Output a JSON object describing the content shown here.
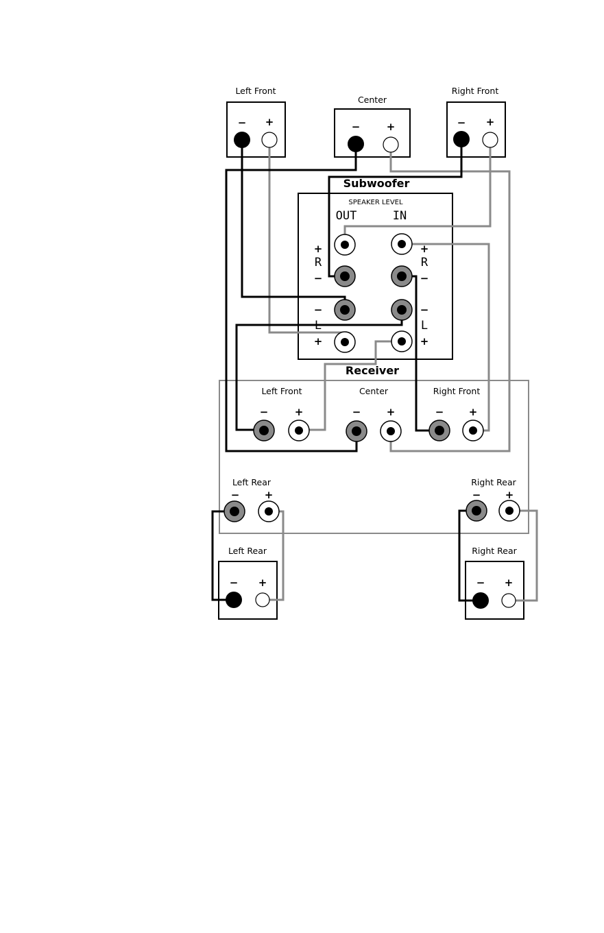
{
  "speakers": {
    "left_front": {
      "label": "Left Front",
      "minus": "−",
      "plus": "+"
    },
    "center": {
      "label": "Center",
      "minus": "−",
      "plus": "+"
    },
    "right_front": {
      "label": "Right Front",
      "minus": "−",
      "plus": "+"
    },
    "left_rear": {
      "label": "Left Rear",
      "minus": "−",
      "plus": "+"
    },
    "right_rear": {
      "label": "Right Rear",
      "minus": "−",
      "plus": "+"
    }
  },
  "subwoofer": {
    "title": "Subwoofer",
    "panel": "SPEAKER LEVEL",
    "out": "OUT",
    "in": "IN",
    "r": "R",
    "l": "L",
    "plus": "+",
    "minus": "−"
  },
  "receiver": {
    "title": "Receiver",
    "left_front": "Left Front",
    "center": "Center",
    "right_front": "Right Front",
    "left_rear": "Left Rear",
    "right_rear": "Right Rear",
    "plus": "+",
    "minus": "−"
  },
  "colors": {
    "wire_negative": "#000000",
    "wire_positive": "#8a8a8a",
    "terminal_negative_fill": "#8a8a8a"
  }
}
